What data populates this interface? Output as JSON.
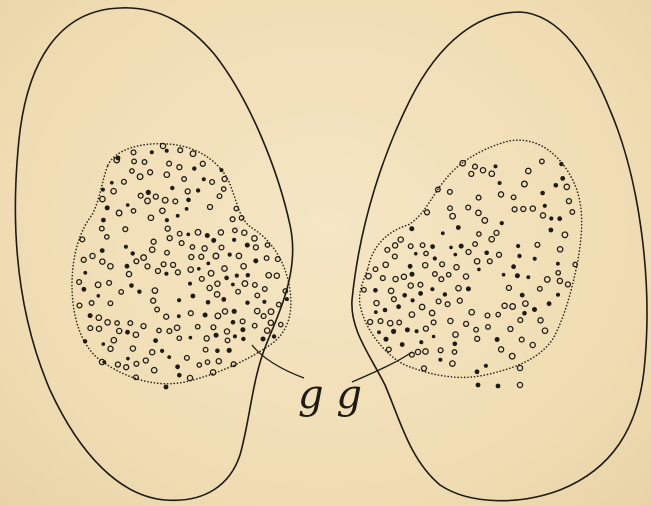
{
  "figure": {
    "label": "g g",
    "colors": {
      "paper": "#f1dfb8",
      "ink": "#1e1a14"
    },
    "cells": [
      {
        "id": "left-cell"
      },
      {
        "id": "right-cell"
      }
    ]
  }
}
